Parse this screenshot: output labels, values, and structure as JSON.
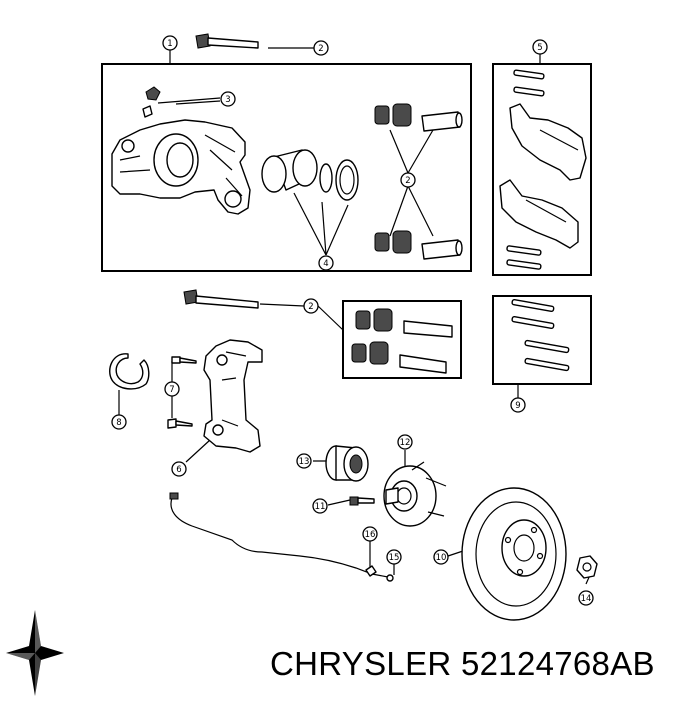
{
  "callouts": [
    {
      "id": "c1",
      "number": "1"
    },
    {
      "id": "c2a",
      "number": "2"
    },
    {
      "id": "c3",
      "number": "3"
    },
    {
      "id": "c2b",
      "number": "2"
    },
    {
      "id": "c4",
      "number": "4"
    },
    {
      "id": "c5",
      "number": "5"
    },
    {
      "id": "c2c",
      "number": "2"
    },
    {
      "id": "c7",
      "number": "7"
    },
    {
      "id": "c8",
      "number": "8"
    },
    {
      "id": "c9",
      "number": "9"
    },
    {
      "id": "c6",
      "number": "6"
    },
    {
      "id": "c12",
      "number": "12"
    },
    {
      "id": "c13",
      "number": "13"
    },
    {
      "id": "c11",
      "number": "11"
    },
    {
      "id": "c16",
      "number": "16"
    },
    {
      "id": "c15",
      "number": "15"
    },
    {
      "id": "c10",
      "number": "10"
    },
    {
      "id": "c14",
      "number": "14"
    }
  ],
  "brand": {
    "label": "CHRYSLER 52124768AB",
    "logo_icon": "chrysler-pentastar-logo"
  },
  "colors": {
    "line": "#000000",
    "background": "#ffffff"
  }
}
